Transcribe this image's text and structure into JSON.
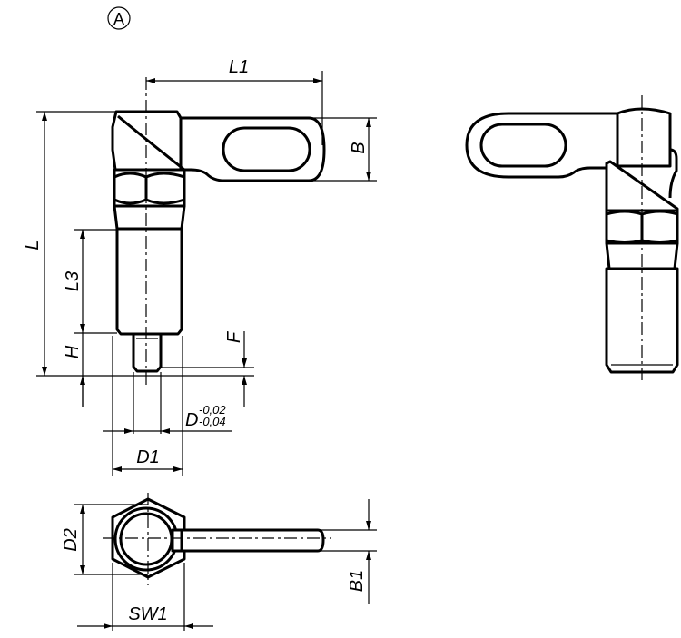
{
  "view_label": "A",
  "dimensions": {
    "L1": "L1",
    "L": "L",
    "L3": "L3",
    "H": "H",
    "F": "F",
    "B": "B",
    "D": "D",
    "D_tol_upper": "-0,02",
    "D_tol_lower": "-0,04",
    "D1": "D1",
    "D2": "D2",
    "SW1": "SW1",
    "B1": "B1"
  },
  "colors": {
    "line": "#000000",
    "background": "#ffffff"
  }
}
